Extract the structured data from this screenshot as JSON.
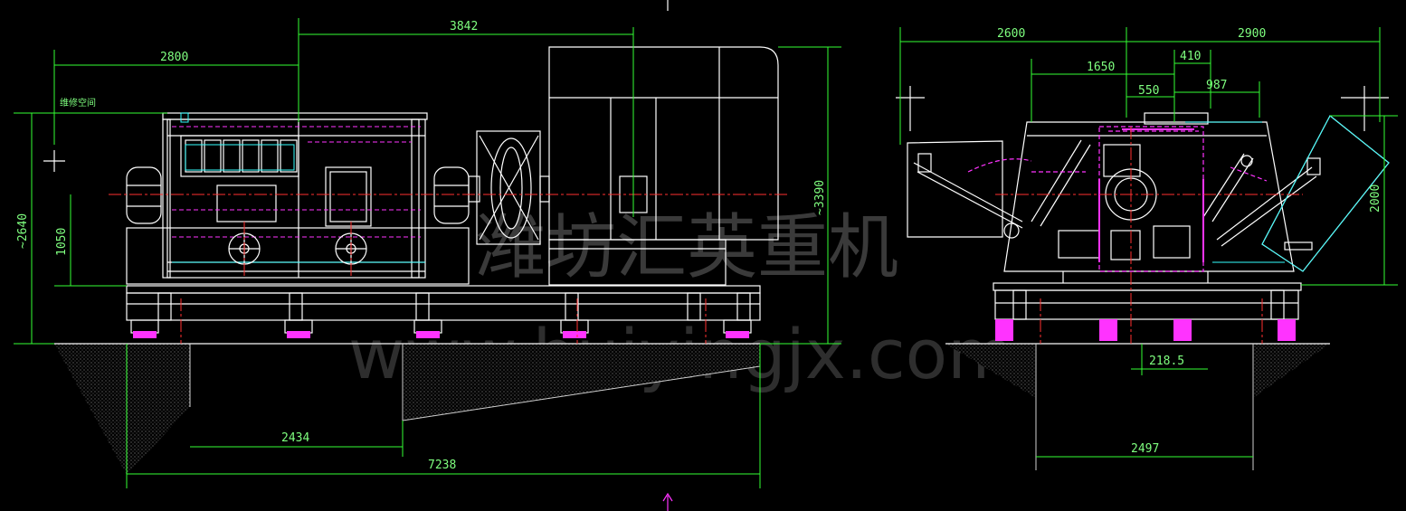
{
  "colors": {
    "background": "#000000",
    "outline": "#ffffff",
    "dimension": "#33ff33",
    "hidden": "#ff33ff",
    "center": "#ff3030",
    "cyan": "#33ffff",
    "ground": "#9a9a9a"
  },
  "watermark": {
    "cn": "潍坊汇英重机",
    "en": "www.huiyingjx.com"
  },
  "left_view": {
    "note": "维修空间",
    "dims": {
      "top_total": "3842",
      "top_partial": "2800",
      "height_overall": "~2640",
      "height_shaft": "1050",
      "height_right": "~3390",
      "bottom_pit": "2434",
      "bottom_total": "7238"
    }
  },
  "right_view": {
    "dims": {
      "top_left": "2600",
      "top_right": "2900",
      "mid_1650": "1650",
      "mid_410": "410",
      "mid_550": "550",
      "mid_987": "987",
      "height_right": "2000",
      "offset": "218.5",
      "bottom_total": "2497"
    }
  }
}
